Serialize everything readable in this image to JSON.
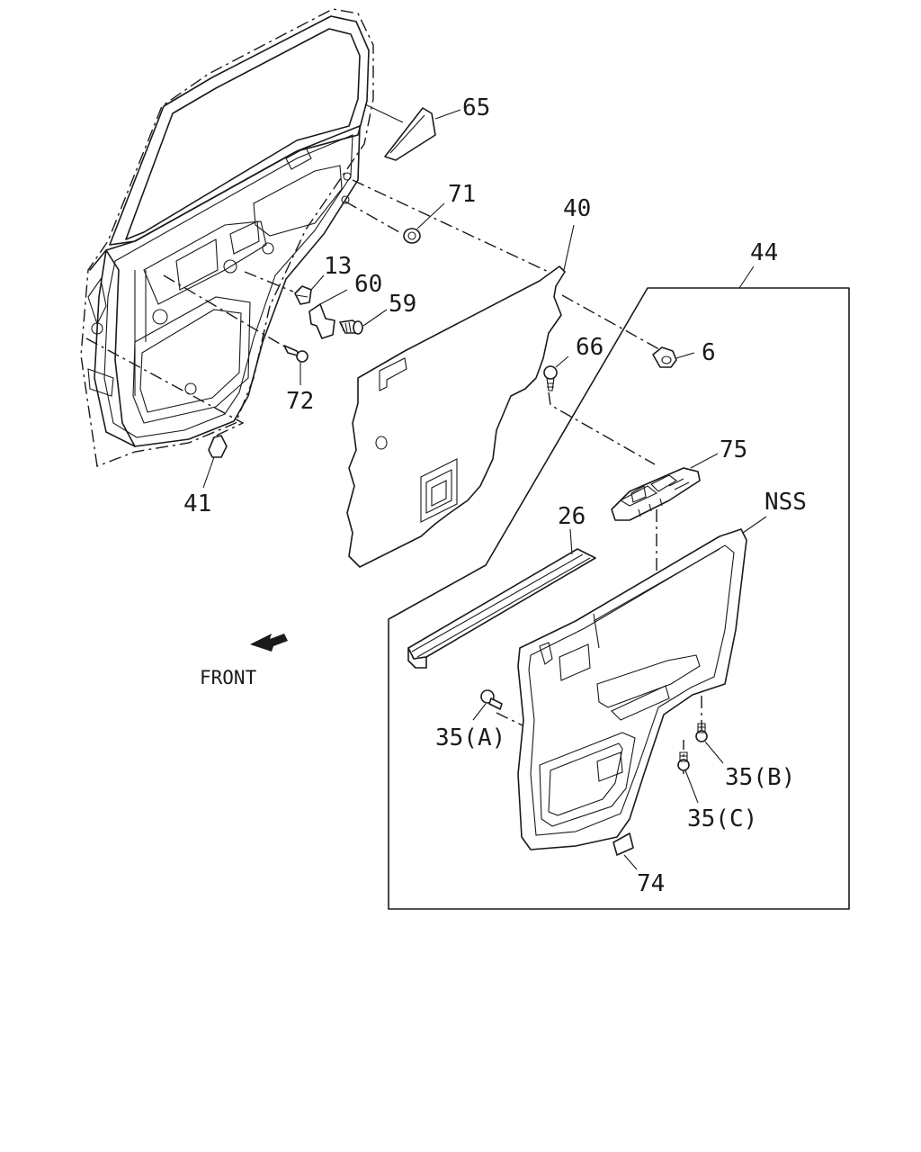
{
  "diagram": {
    "callouts": {
      "p65": "65",
      "p71": "71",
      "p40": "40",
      "p44": "44",
      "p13": "13",
      "p60": "60",
      "p59": "59",
      "p66": "66",
      "p6": "6",
      "p72": "72",
      "p75": "75",
      "p41": "41",
      "p26": "26",
      "nss": "NSS",
      "p35a": "35(A)",
      "p35b": "35(B)",
      "p35c": "35(C)",
      "p74": "74"
    },
    "direction_label": "FRONT"
  }
}
